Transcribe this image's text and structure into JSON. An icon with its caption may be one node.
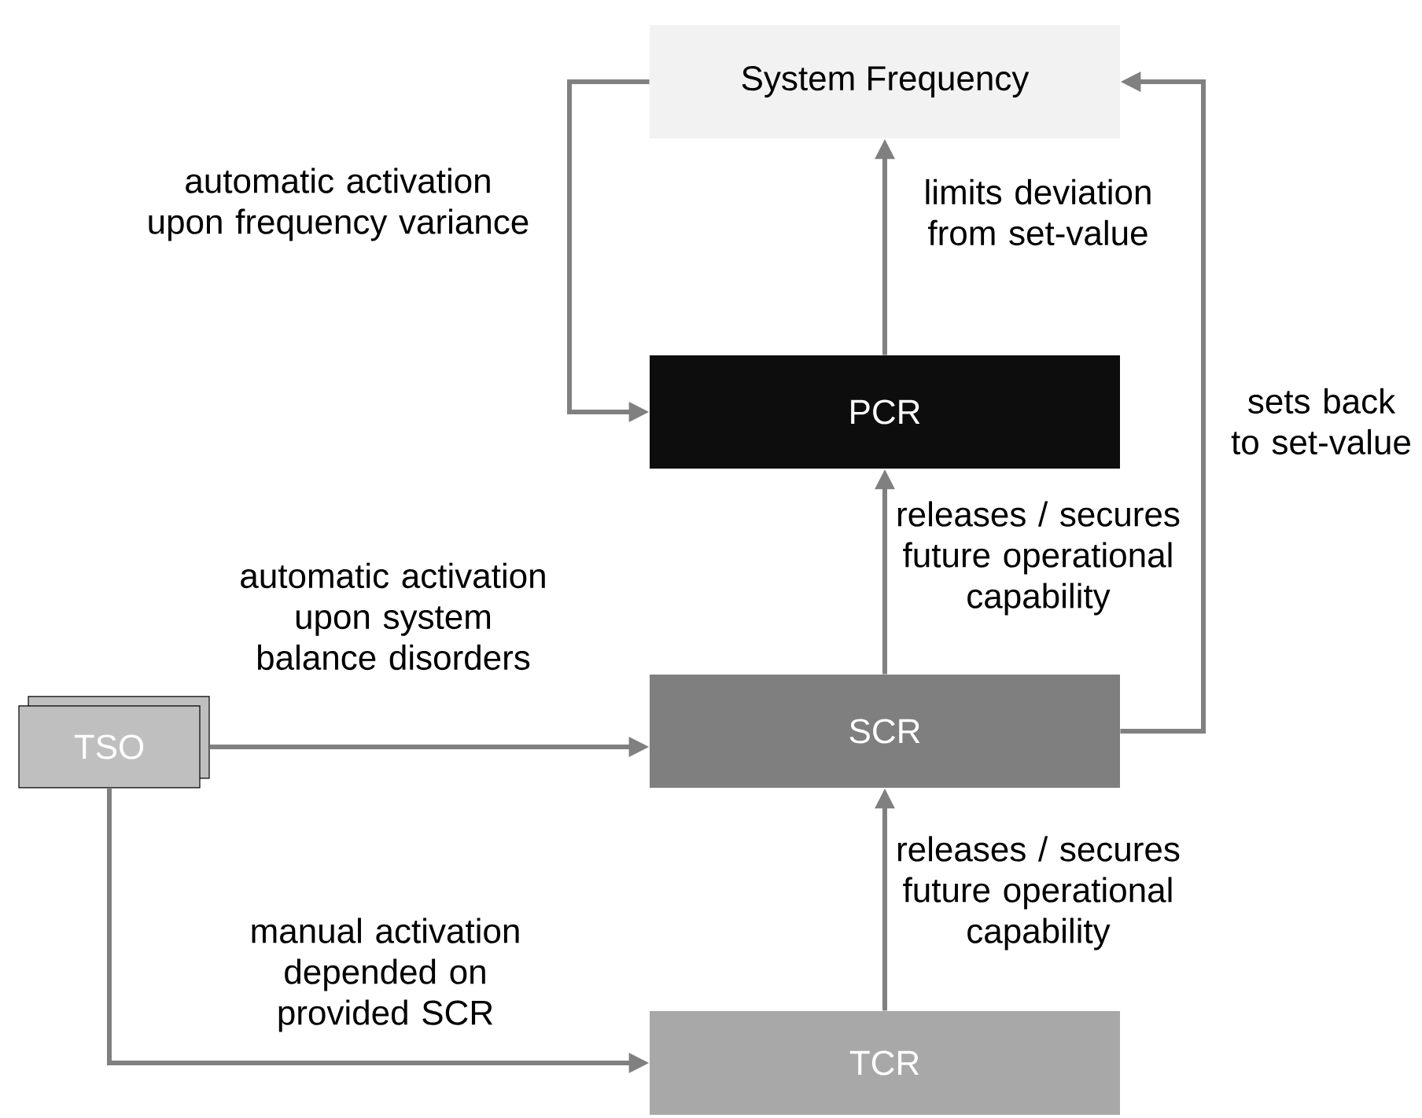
{
  "diagram": {
    "nodes": [
      {
        "text": [
          "System Frequency"
        ]
      },
      {
        "text": [
          "PCR"
        ]
      },
      {
        "text": [
          "SCR"
        ]
      },
      {
        "text": [
          "TSO"
        ]
      },
      {
        "text": [
          "TCR"
        ]
      }
    ],
    "edges": [
      {
        "from": 0,
        "to": 1,
        "arrow": "to",
        "label": "automatic activation upon frequency variance"
      },
      {
        "from": 1,
        "to": 0,
        "arrow": "to",
        "label": "limits deviation from set-value"
      },
      {
        "from": 2,
        "to": 0,
        "arrow": "to",
        "label": "sets back to set-value"
      },
      {
        "from": 2,
        "to": 1,
        "arrow": "to",
        "label": "releases / secures future operational capability"
      },
      {
        "from": 3,
        "to": 2,
        "arrow": "to",
        "label": "automatic activation upon system balance disorders"
      },
      {
        "from": 3,
        "to": 4,
        "arrow": "to",
        "label": "manual activation depended on provided SCR"
      },
      {
        "from": 4,
        "to": 2,
        "arrow": "to",
        "label": "releases / secures future operational capability"
      }
    ]
  }
}
